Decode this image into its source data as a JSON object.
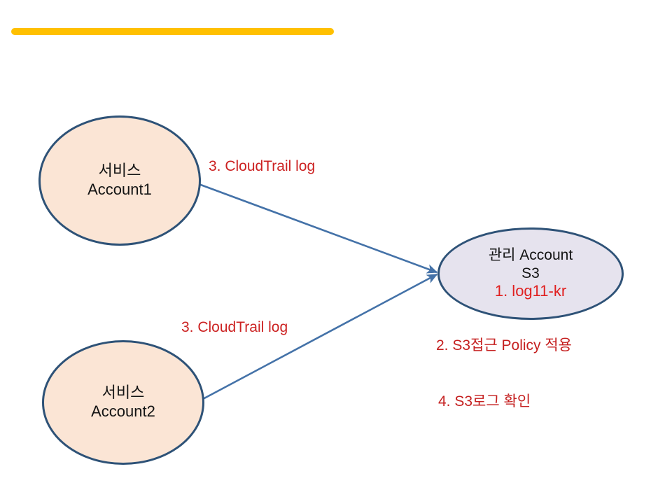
{
  "slide": {
    "background_color": "#ffffff",
    "accent_bar": {
      "name": "top-accent-bar",
      "color": "#FFC000"
    }
  },
  "diagram": {
    "type": "flow-diagram",
    "arrow_color": "#4472A8",
    "node_border_color": "#2E5277",
    "nodes": [
      {
        "id": "account1",
        "shape": "ellipse",
        "fill": "#FBE5D5",
        "lines": [
          {
            "text": "서비스",
            "color": "#141414"
          },
          {
            "text": "Account1",
            "color": "#141414"
          }
        ]
      },
      {
        "id": "account2",
        "shape": "ellipse",
        "fill": "#FBE5D5",
        "lines": [
          {
            "text": "서비스",
            "color": "#141414"
          },
          {
            "text": "Account2",
            "color": "#141414"
          }
        ]
      },
      {
        "id": "mgmt_s3",
        "shape": "ellipse",
        "fill": "#E6E3EE",
        "lines": [
          {
            "text": "관리 Account",
            "color": "#141414"
          },
          {
            "text": "S3",
            "color": "#141414"
          },
          {
            "text": "1. log11-kr",
            "color": "#E02020"
          }
        ]
      }
    ],
    "edges": [
      {
        "id": "edge-account1-to-mgmt",
        "from": "account1",
        "to": "mgmt_s3",
        "label": "3. CloudTrail log"
      },
      {
        "id": "edge-account2-to-mgmt",
        "from": "account2",
        "to": "mgmt_s3",
        "label": "3. CloudTrail log"
      }
    ],
    "annotations": [
      {
        "id": "cloudtrail_top",
        "text": "3. CloudTrail log"
      },
      {
        "id": "cloudtrail_bottom",
        "text": "3. CloudTrail log"
      },
      {
        "id": "policy",
        "text": "2. S3접근 Policy 적용"
      },
      {
        "id": "verify",
        "text": "4. S3로그 확인"
      }
    ]
  }
}
